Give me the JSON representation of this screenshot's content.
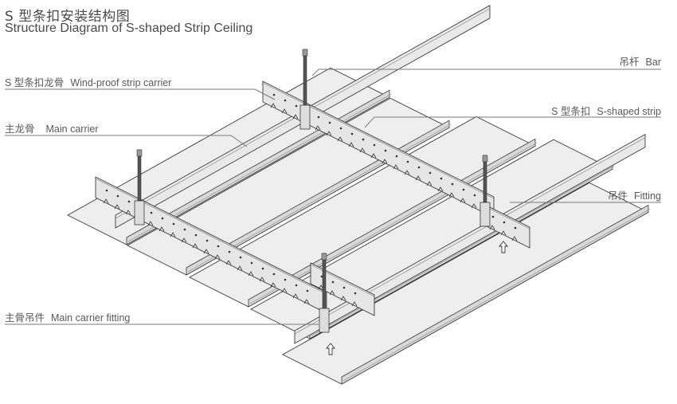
{
  "title": {
    "chinese": "S 型条扣安装结构图",
    "english": "Structure Diagram of S-shaped Strip Ceiling"
  },
  "labels": {
    "wind_proof_carrier": {
      "cn": "S 型条扣龙骨",
      "en": "Wind-proof strip carrier"
    },
    "main_carrier": {
      "cn": "主龙骨",
      "en": "Main carrier"
    },
    "main_carrier_fitting": {
      "cn": "主骨吊件",
      "en": "Main carrier fitting"
    },
    "bar": {
      "cn": "吊杆",
      "en": "Bar"
    },
    "s_shaped_strip": {
      "cn": "S 型条扣",
      "en": "S-shaped strip"
    },
    "fitting": {
      "cn": "吊件",
      "en": "Fitting"
    }
  },
  "components": {
    "ceiling_strips": 5,
    "wind_proof_carriers": 2,
    "main_carriers": 2,
    "hanging_bars": 4,
    "install_direction_arrows": 2
  },
  "colors": {
    "text": "#5a5a5a",
    "leader_line": "#7a7a7a",
    "panel_fill": "#eeeeee",
    "outline": "#3a3a3a"
  }
}
